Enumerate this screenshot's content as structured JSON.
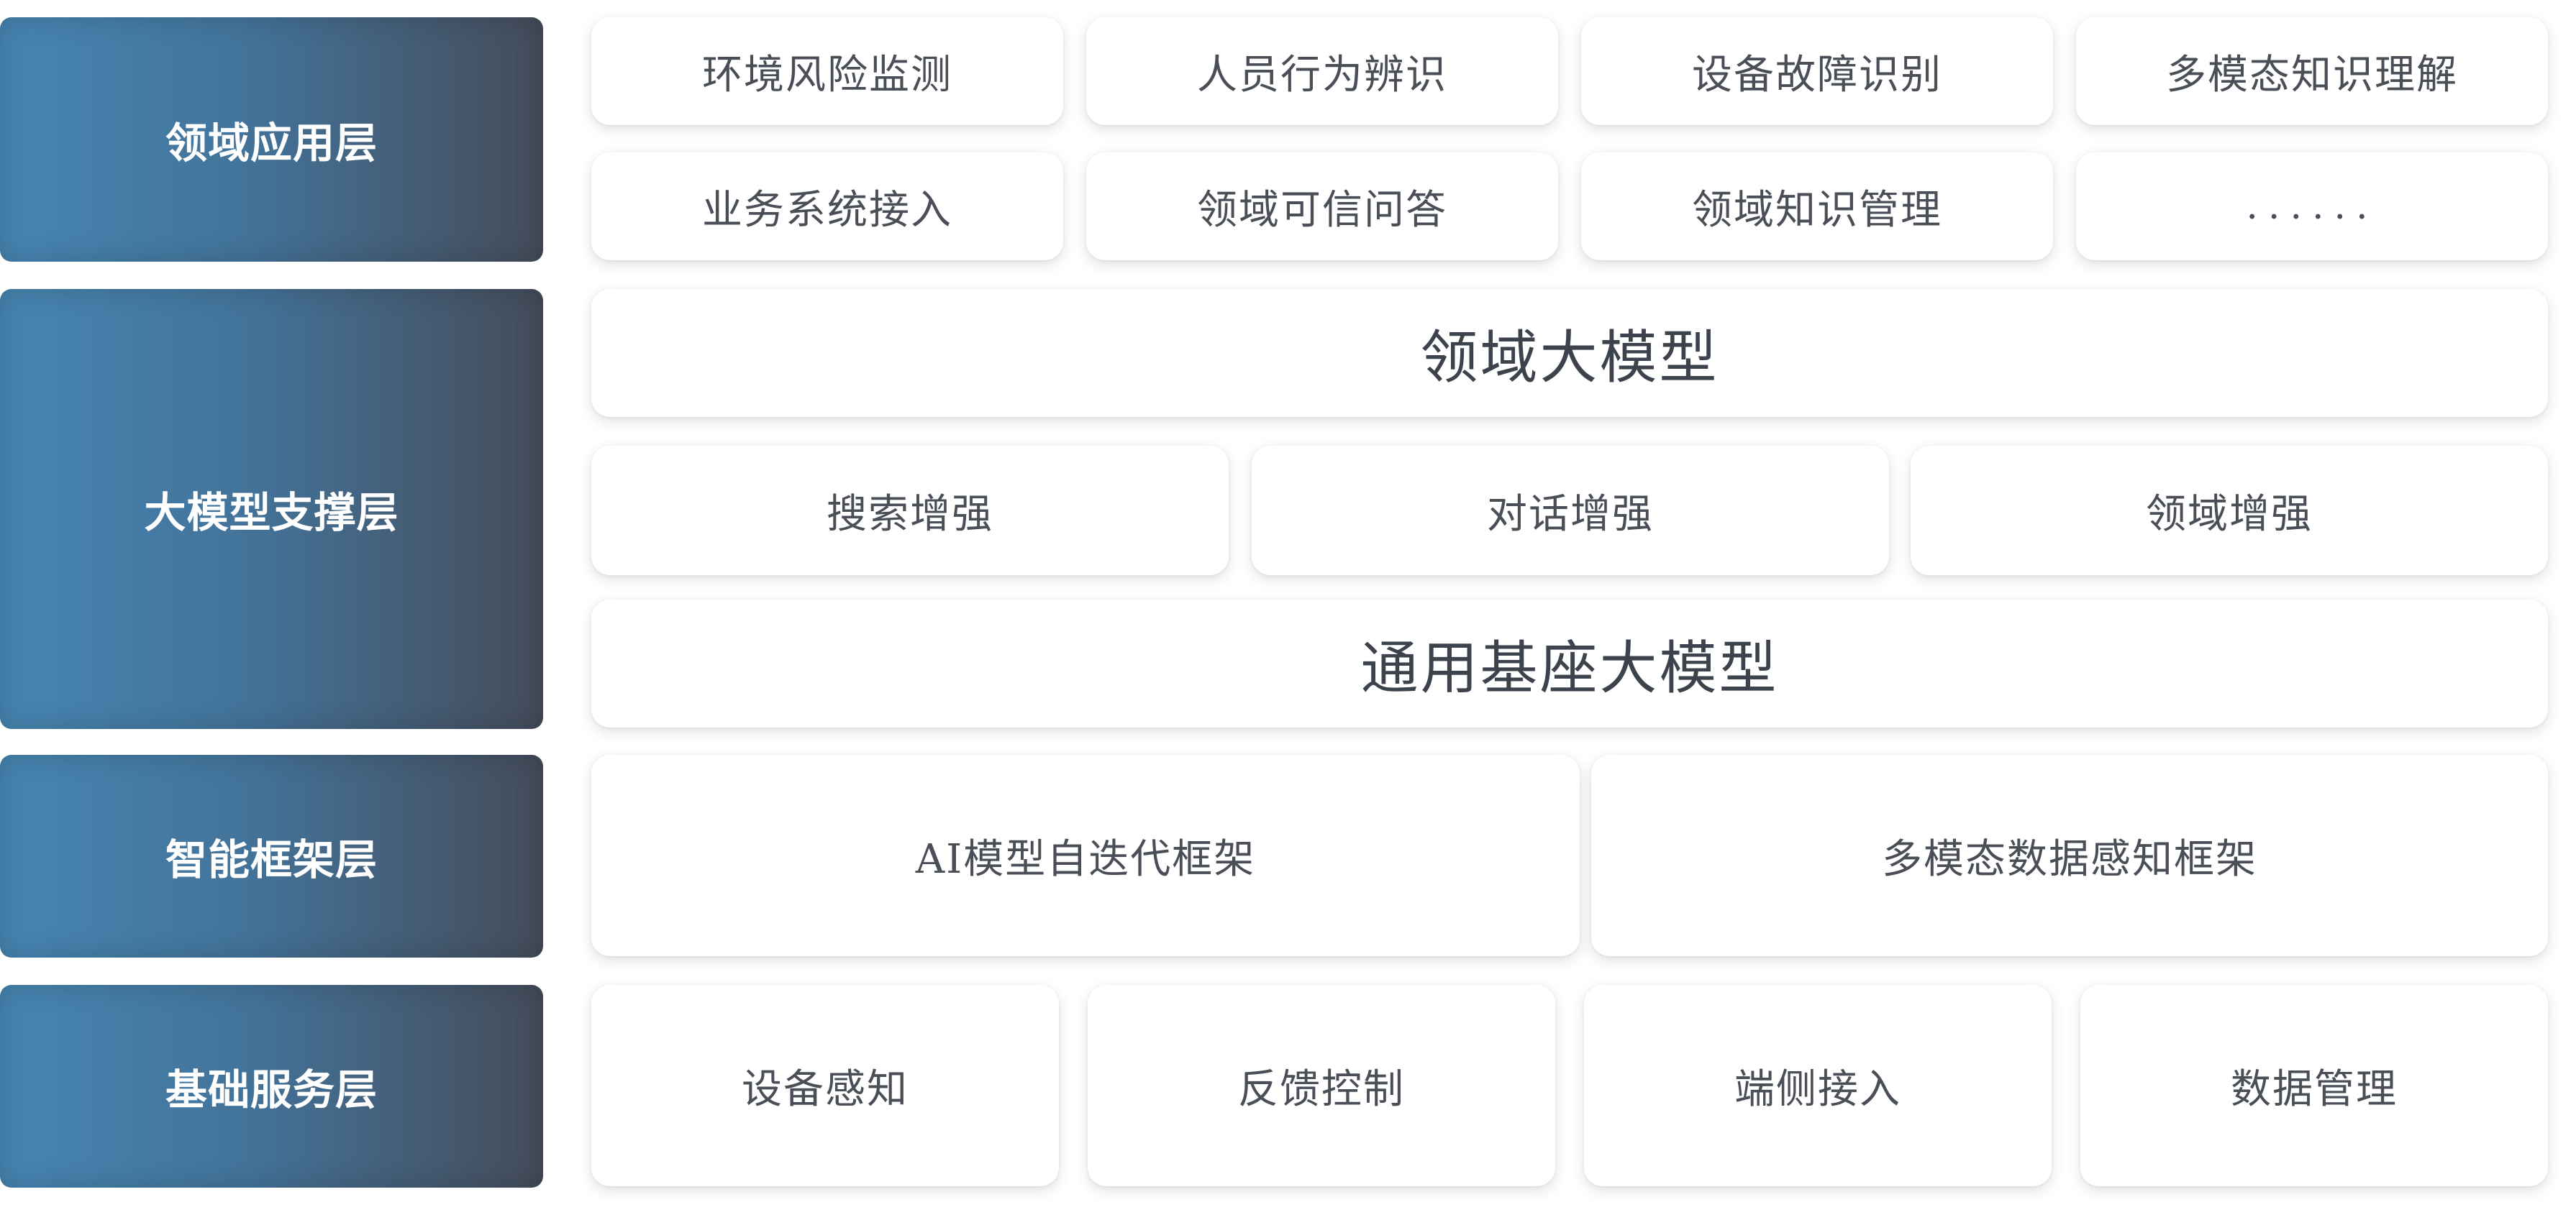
{
  "layers": {
    "application": {
      "label": "领域应用层",
      "items": [
        "环境风险监测",
        "人员行为辨识",
        "设备故障识别",
        "多模态知识理解",
        "业务系统接入",
        "领域可信问答",
        "领域知识管理",
        "......"
      ]
    },
    "model_support": {
      "label": "大模型支撑层",
      "domain_model": "领域大模型",
      "enhancements": [
        "搜索增强",
        "对话增强",
        "领域增强"
      ],
      "base_model": "通用基座大模型"
    },
    "framework": {
      "label": "智能框架层",
      "items": [
        "AI模型自迭代框架",
        "多模态数据感知框架"
      ]
    },
    "foundation": {
      "label": "基础服务层",
      "items": [
        "设备感知",
        "反馈控制",
        "端侧接入",
        "数据管理"
      ]
    }
  },
  "colors": {
    "label_gradient_start": "#4686b2",
    "label_gradient_end": "#454c5a",
    "card_background": "#ffffff",
    "card_text": "#4a4f57"
  }
}
